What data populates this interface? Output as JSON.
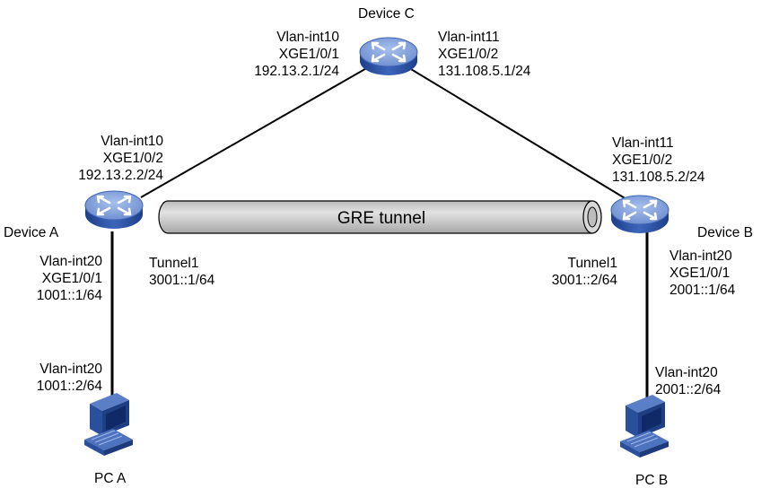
{
  "devices": {
    "device_c": {
      "name": "Device C"
    },
    "device_a": {
      "name": "Device A"
    },
    "device_b": {
      "name": "Device B"
    },
    "pc_a": {
      "name": "PC A"
    },
    "pc_b": {
      "name": "PC B"
    }
  },
  "interfaces": {
    "c_left": [
      "Vlan-int10",
      "XGE1/0/1",
      "192.13.2.1/24"
    ],
    "c_right": [
      "Vlan-int11",
      "XGE1/0/2",
      "131.108.5.1/24"
    ],
    "a_top": [
      "Vlan-int10",
      "XGE1/0/2",
      "192.13.2.2/24"
    ],
    "b_top": [
      "Vlan-int11",
      "XGE1/0/2",
      "131.108.5.2/24"
    ],
    "a_bottom": [
      "Vlan-int20",
      "XGE1/0/1",
      "1001::1/64"
    ],
    "b_bottom": [
      "Vlan-int20",
      "XGE1/0/1",
      "2001::1/64"
    ],
    "a_tunnel": [
      "Tunnel1",
      "3001::1/64"
    ],
    "b_tunnel": [
      "Tunnel1",
      "3001::2/64"
    ],
    "pc_a_if": [
      "Vlan-int20",
      "1001::2/64"
    ],
    "pc_b_if": [
      "Vlan-int20",
      "2001::2/64"
    ]
  },
  "tunnel": {
    "label": "GRE tunnel"
  },
  "colors": {
    "router_top": "#8aa6dc",
    "router_side": "#2d54a8",
    "pipe_fill": "#c9c9c9",
    "pipe_stroke": "#000000",
    "pc_body": "#2a4f9c"
  }
}
